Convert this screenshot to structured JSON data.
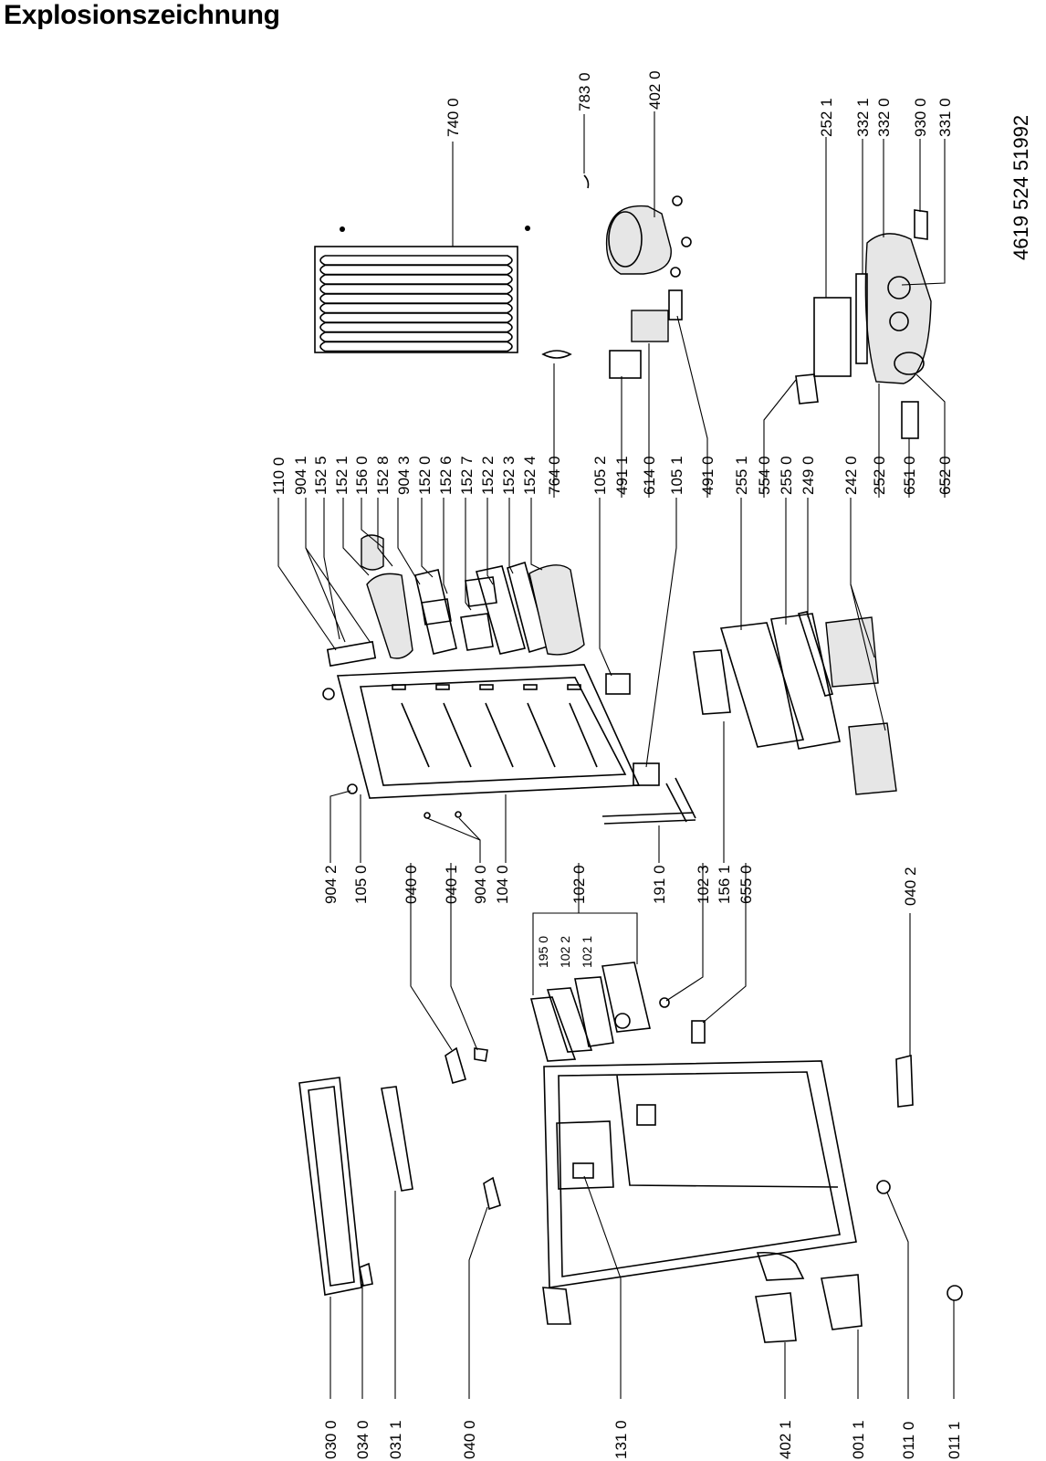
{
  "title": "Explosionszeichnung",
  "document_number": "4619 524 51992",
  "callouts": [
    "030 0",
    "034 0",
    "031 1",
    "040 0",
    "131 0",
    "402 1",
    "001 1",
    "011 0",
    "011 1",
    "904 2",
    "105 0",
    "040 0",
    "040 1",
    "904 0",
    "104 0",
    "102 0",
    "191 0",
    "102 3",
    "156 1",
    "655 0",
    "040 2",
    "195 0",
    "102 2",
    "102 1",
    "110 0",
    "904 1",
    "152 5",
    "152 1",
    "156 0",
    "152 8",
    "904 3",
    "152 0",
    "152 6",
    "152 7",
    "152 2",
    "152 3",
    "152 4",
    "764 0",
    "105 2",
    "491 1",
    "614 0",
    "105 1",
    "491 0",
    "255 1",
    "554 0",
    "255 0",
    "249 0",
    "242 0",
    "252 0",
    "651 0",
    "652 0",
    "740 0",
    "783 0",
    "402 0",
    "252 1",
    "332 1",
    "332 0",
    "930 0",
    "331 0"
  ]
}
